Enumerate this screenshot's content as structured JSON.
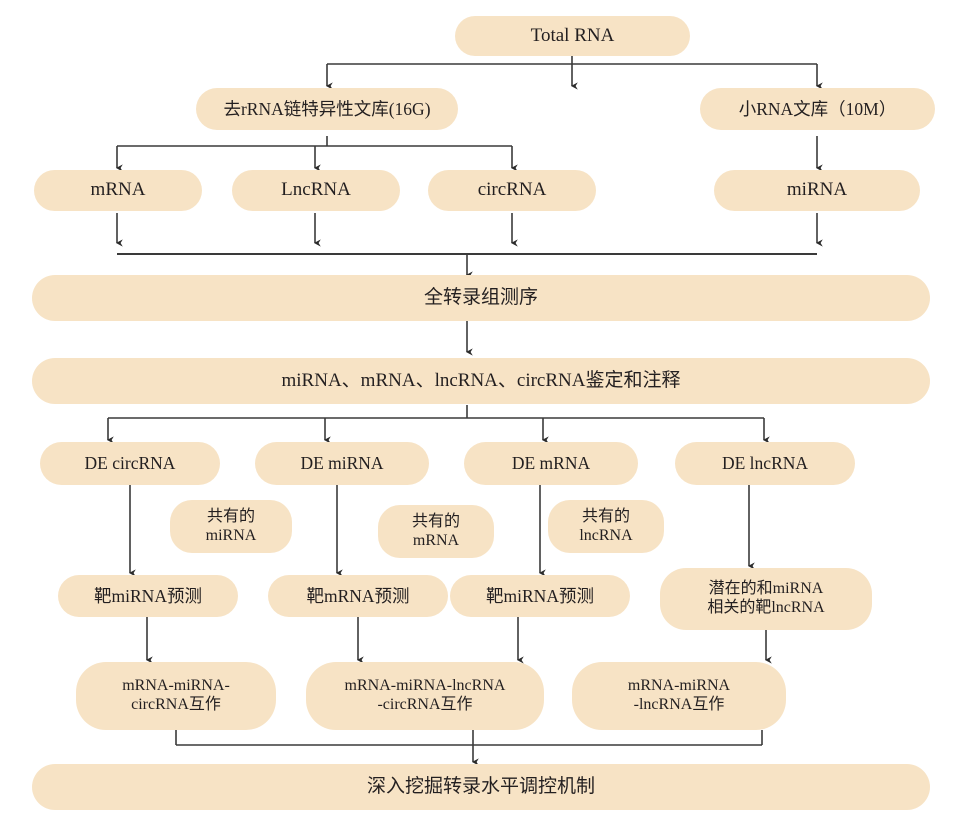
{
  "diagram": {
    "title": "全转录组测序分析流程图",
    "colors": {
      "node_fill": "#f7e3c5",
      "text": "#231f20",
      "connector": "#3a3a3a",
      "background": "#ffffff"
    },
    "nodes": {
      "total_rna": "Total RNA",
      "rrna_library": "去rRNA链特异性文库(16G)",
      "small_rna_library": "小RNA文库（10M）",
      "mrna": "mRNA",
      "lncrna": "LncRNA",
      "circrna": "circRNA",
      "mirna": "miRNA",
      "whole_transcriptome_seq": "全转录组测序",
      "identification_annotation": "miRNA、mRNA、lncRNA、circRNA鉴定和注释",
      "de_circrna": "DE circRNA",
      "de_mirna": "DE miRNA",
      "de_mrna": "DE mRNA",
      "de_lncrna": "DE lncRNA",
      "shared_mirna": "共有的\nmiRNA",
      "shared_mrna": "共有的\nmRNA",
      "shared_lncrna": "共有的\nlncRNA",
      "target_mirna_pred_1": "靶miRNA预测",
      "target_mrna_pred": "靶mRNA预测",
      "target_mirna_pred_2": "靶miRNA预测",
      "potential_target_lncrna": "潜在的和miRNA\n相关的靶lncRNA",
      "interaction_1": "mRNA-miRNA-\ncircRNA互作",
      "interaction_2": "mRNA-miRNA-lncRNA\n-circRNA互作",
      "interaction_3": "mRNA-miRNA\n-lncRNA互作",
      "final": "深入挖掘转录水平调控机制"
    }
  }
}
